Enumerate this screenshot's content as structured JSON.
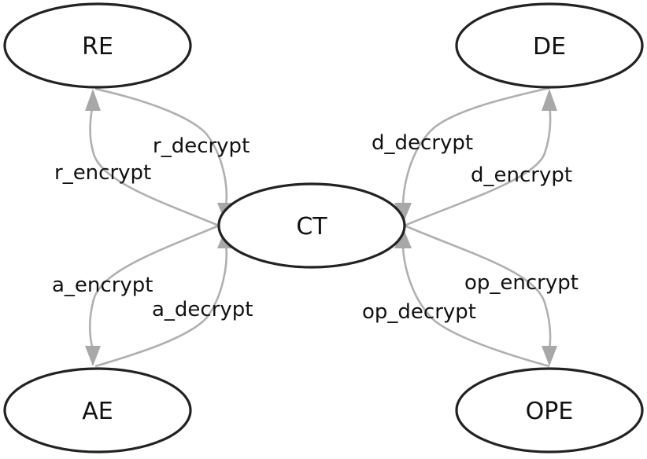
{
  "nodes": {
    "re": "RE",
    "de": "DE",
    "ct": "CT",
    "ae": "AE",
    "ope": "OPE"
  },
  "edges": {
    "r_encrypt": "r_encrypt",
    "r_decrypt": "r_decrypt",
    "d_decrypt": "d_decrypt",
    "d_encrypt": "d_encrypt",
    "a_encrypt": "a_encrypt",
    "a_decrypt": "a_decrypt",
    "op_encrypt": "op_encrypt",
    "op_decrypt": "op_decrypt"
  },
  "colors": {
    "node_stroke": "#222222",
    "edge": "#b0b0b0"
  }
}
